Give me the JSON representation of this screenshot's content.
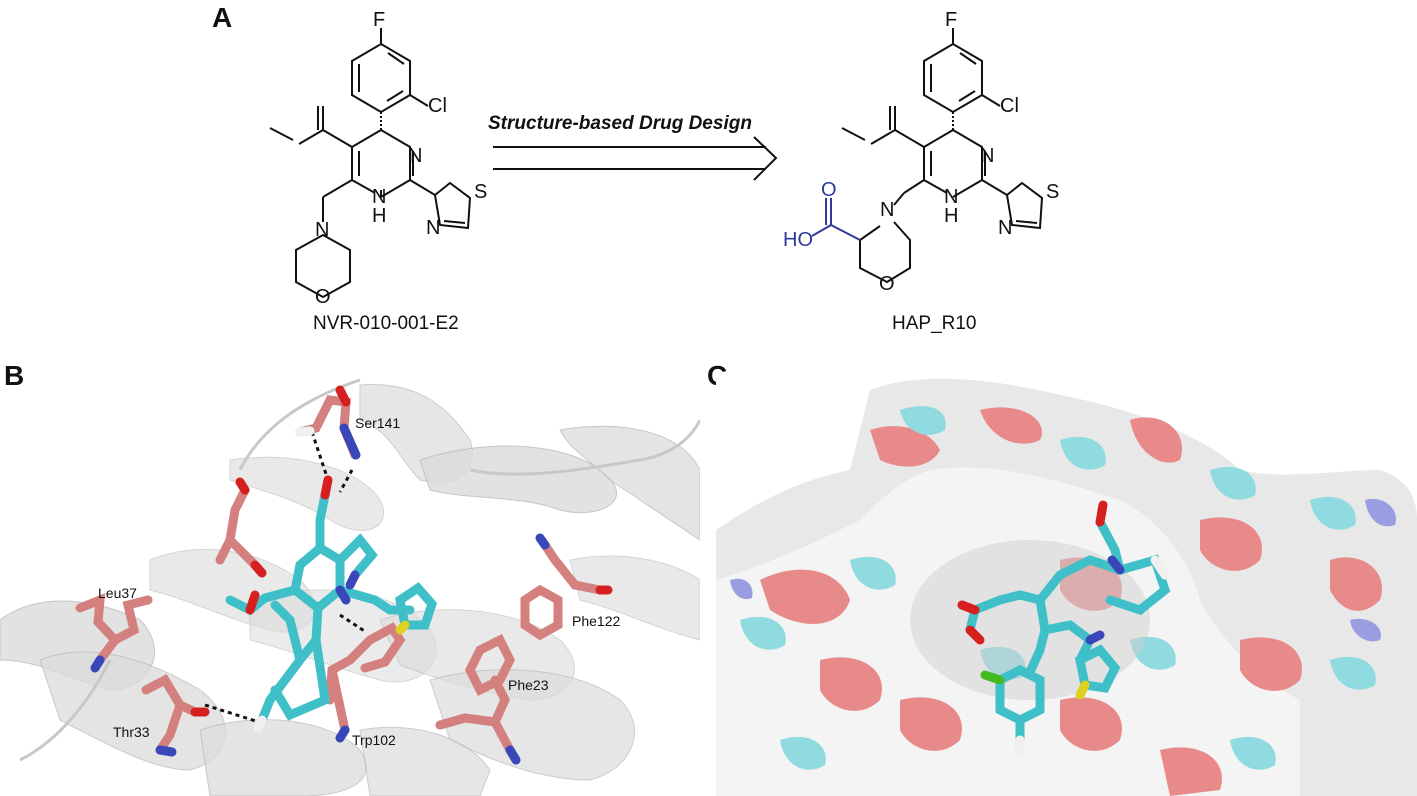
{
  "panels": {
    "a": {
      "label": "A",
      "reaction_label": "Structure-based Drug Design",
      "left_compound": {
        "name": "NVR-010-001-E2",
        "atoms": {
          "f": "F",
          "cl": "Cl",
          "n_ring": "N",
          "nh_n": "N",
          "nh_h": "H",
          "s": "S",
          "n_thiazole": "N",
          "n_morph": "N",
          "o_morph": "O"
        }
      },
      "right_compound": {
        "name": "HAP_R10",
        "atoms": {
          "f": "F",
          "cl": "Cl",
          "n_ring": "N",
          "nh_n": "N",
          "nh_h": "H",
          "s": "S",
          "n_thiazole": "N",
          "n_morph": "N",
          "o_morph": "O",
          "o_acid": "O",
          "ho_acid": "HO"
        }
      }
    },
    "b": {
      "label": "B",
      "residues": [
        "Ser141",
        "Leu37",
        "Phe122",
        "Phe23",
        "Thr33",
        "Trp102"
      ]
    },
    "c": {
      "label": "C"
    }
  },
  "colors": {
    "carbon_ligand": "#3fc0c8",
    "carbon_protein": "#d4807e",
    "oxygen": "#d62020",
    "nitrogen": "#2233bb",
    "sulfur": "#e0d020",
    "chlorine": "#44bb22",
    "hydrogen": "#f0f0f0",
    "ribbon": "#d6d6d6",
    "acid_group": "#2d3a9a"
  }
}
